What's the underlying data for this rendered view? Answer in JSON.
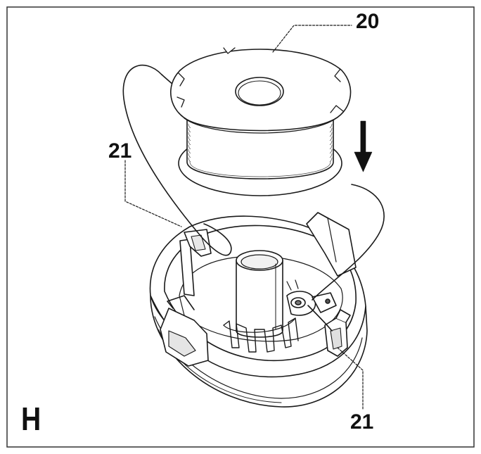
{
  "figure": {
    "panel_letter": "H",
    "callouts": {
      "spool": "20",
      "retainer_left": "21",
      "retainer_right": "21"
    }
  },
  "colors": {
    "stroke": "#1a1a1a",
    "fill": "#ffffff",
    "shade": "#d9d9d9",
    "dark_shade": "#9a9a9a"
  }
}
